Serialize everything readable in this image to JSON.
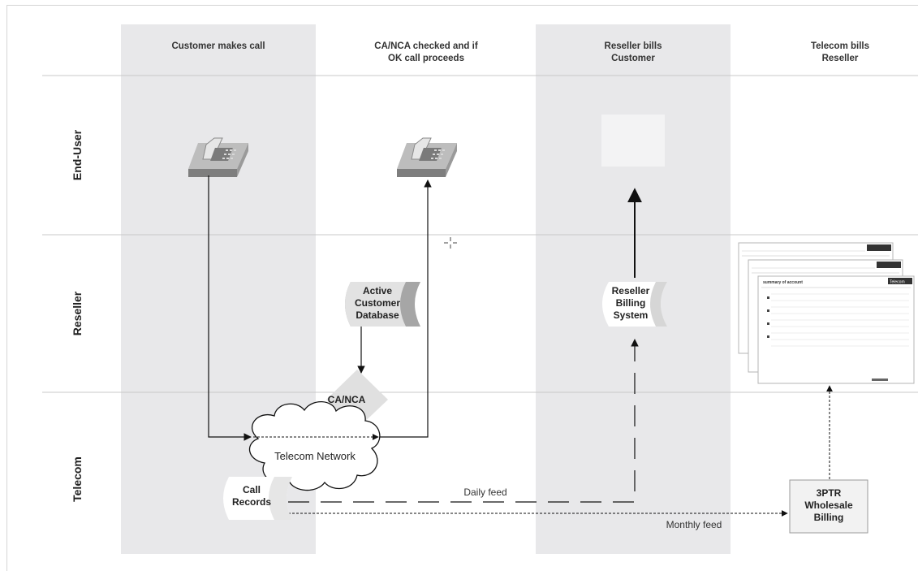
{
  "columns": [
    {
      "line1": "Customer makes call",
      "line2": ""
    },
    {
      "line1": "CA/NCA checked and if",
      "line2": "OK call proceeds"
    },
    {
      "line1": "Reseller bills",
      "line2": "Customer"
    },
    {
      "line1": "Telecom bills",
      "line2": "Reseller"
    }
  ],
  "lanes": {
    "end_user": "End-User",
    "reseller": "Reseller",
    "telecom": "Telecom"
  },
  "nodes": {
    "database": {
      "line1": "Active",
      "line2": "Customer",
      "line3": "Database"
    },
    "billing_system": {
      "line1": "Reseller",
      "line2": "Billing",
      "line3": "System"
    },
    "ca_nca": "CA/NCA",
    "network": "Telecom Network",
    "call_records": {
      "line1": "Call",
      "line2": "Records"
    },
    "wholesale": {
      "line1": "3PTR",
      "line2": "Wholesale",
      "line3": "Billing"
    }
  },
  "edges": {
    "daily_feed": "Daily feed",
    "monthly_feed": "Monthly feed"
  },
  "invoice": {
    "heading": "summary of account",
    "brand": "Telecom"
  },
  "colors": {
    "column_shade": "#e8e8ea",
    "divider": "#c8c8c8",
    "node_fill": "#e0e0e0",
    "node_dark": "#a8a8a8",
    "phone": "#8f8f8f",
    "line": "#111111"
  }
}
